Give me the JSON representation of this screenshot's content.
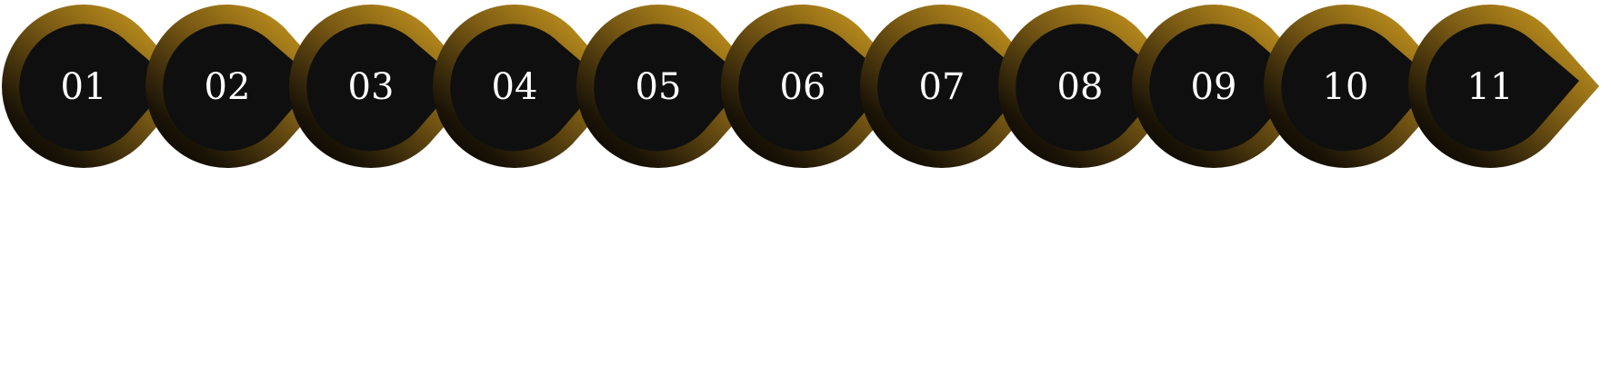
{
  "steps": [
    {
      "label": "01"
    },
    {
      "label": "02"
    },
    {
      "label": "03"
    },
    {
      "label": "04"
    },
    {
      "label": "05"
    },
    {
      "label": "06"
    },
    {
      "label": "07"
    },
    {
      "label": "08"
    },
    {
      "label": "09"
    },
    {
      "label": "10"
    },
    {
      "label": "11"
    }
  ],
  "colors": {
    "ring_light": "#D4A020",
    "ring_dark": "#0d0a04",
    "inner_fill": "#0f0f0f",
    "text": "#ffffff",
    "background": "#ffffff"
  }
}
